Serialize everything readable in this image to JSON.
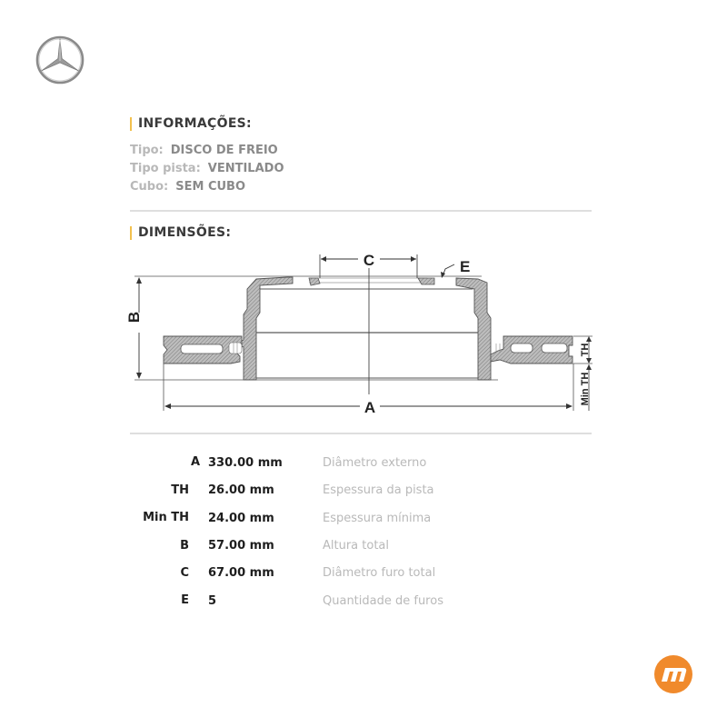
{
  "brand": {
    "logo_icon": "mercedes-star-icon"
  },
  "info": {
    "title": "INFORMAÇÕES:",
    "rows": [
      {
        "label": "Tipo:",
        "value": "DISCO DE FREIO"
      },
      {
        "label": "Tipo pista:",
        "value": "VENTILADO"
      },
      {
        "label": "Cubo:",
        "value": "SEM CUBO"
      }
    ]
  },
  "dimensions": {
    "title": "DIMENSÕES:",
    "drawing_labels": {
      "A": "A",
      "B": "B",
      "C": "C",
      "E": "E",
      "TH": "TH",
      "MinTH": "Min TH"
    },
    "specs": [
      {
        "key": "A",
        "value": "330.00 mm",
        "desc": "Diâmetro externo"
      },
      {
        "key": "TH",
        "value": "26.00 mm",
        "desc": "Espessura da pista"
      },
      {
        "key": "Min TH",
        "value": "24.00 mm",
        "desc": "Espessura mínima"
      },
      {
        "key": "B",
        "value": "57.00 mm",
        "desc": "Altura total"
      },
      {
        "key": "C",
        "value": "67.00 mm",
        "desc": "Diâmetro furo total"
      },
      {
        "key": "E",
        "value": "5",
        "desc": "Quantidade de furos"
      }
    ]
  },
  "colors": {
    "accent_bar": "#f2c14e",
    "footer_logo": "#f08a2c"
  },
  "footer": {
    "logo_icon": "m-brand-logo-icon"
  }
}
